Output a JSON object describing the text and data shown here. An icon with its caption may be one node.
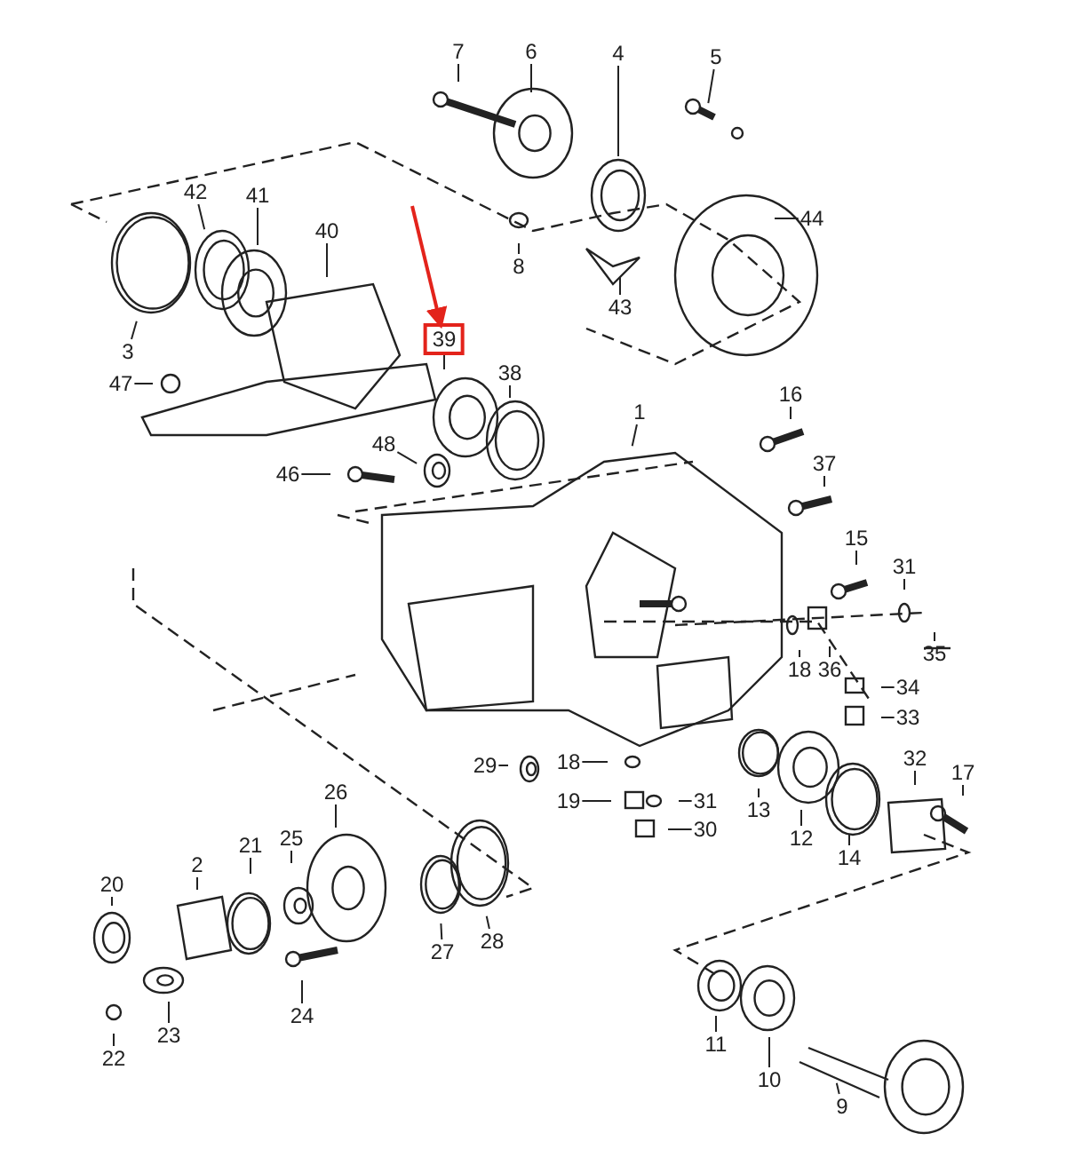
{
  "diagram": {
    "nodes": [
      {
        "text": [
          "7"
        ]
      },
      {
        "text": [
          "6"
        ]
      },
      {
        "text": [
          "4"
        ]
      },
      {
        "text": [
          "5"
        ]
      },
      {
        "text": [
          "42"
        ]
      },
      {
        "text": [
          "41"
        ]
      },
      {
        "text": [
          "40"
        ]
      },
      {
        "text": [
          "44"
        ]
      },
      {
        "text": [
          "8"
        ]
      },
      {
        "text": [
          "43"
        ]
      },
      {
        "text": [
          "3"
        ]
      },
      {
        "text": [
          "39"
        ]
      },
      {
        "text": [
          "47"
        ]
      },
      {
        "text": [
          "38"
        ]
      },
      {
        "text": [
          "1"
        ]
      },
      {
        "text": [
          "16"
        ]
      },
      {
        "text": [
          "48"
        ]
      },
      {
        "text": [
          "46"
        ]
      },
      {
        "text": [
          "37"
        ]
      },
      {
        "text": [
          "15"
        ]
      },
      {
        "text": [
          "31"
        ]
      },
      {
        "text": [
          "35"
        ]
      },
      {
        "text": [
          "18"
        ]
      },
      {
        "text": [
          "36"
        ]
      },
      {
        "text": [
          "34"
        ]
      },
      {
        "text": [
          "33"
        ]
      },
      {
        "text": [
          "32"
        ]
      },
      {
        "text": [
          "17"
        ]
      },
      {
        "text": [
          "29"
        ]
      },
      {
        "text": [
          "18"
        ]
      },
      {
        "text": [
          "26"
        ]
      },
      {
        "text": [
          "19"
        ]
      },
      {
        "text": [
          "31"
        ]
      },
      {
        "text": [
          "13"
        ]
      },
      {
        "text": [
          "25"
        ]
      },
      {
        "text": [
          "21"
        ]
      },
      {
        "text": [
          "30"
        ]
      },
      {
        "text": [
          "12"
        ]
      },
      {
        "text": [
          "2"
        ]
      },
      {
        "text": [
          "14"
        ]
      },
      {
        "text": [
          "20"
        ]
      },
      {
        "text": [
          "28"
        ]
      },
      {
        "text": [
          "27"
        ]
      },
      {
        "text": [
          "24"
        ]
      },
      {
        "text": [
          "23"
        ]
      },
      {
        "text": [
          "22"
        ]
      },
      {
        "text": [
          "11"
        ]
      },
      {
        "text": [
          "10"
        ]
      },
      {
        "text": [
          "9"
        ]
      }
    ],
    "edges": [
      {
        "from": 0,
        "to": null,
        "arrow": "none"
      },
      {
        "from": 1,
        "to": null,
        "arrow": "none"
      },
      {
        "from": 2,
        "to": null,
        "arrow": "none"
      },
      {
        "from": 3,
        "to": null,
        "arrow": "none"
      },
      {
        "from": 4,
        "to": null,
        "arrow": "none"
      },
      {
        "from": 5,
        "to": null,
        "arrow": "none"
      },
      {
        "from": 6,
        "to": null,
        "arrow": "none"
      },
      {
        "from": 7,
        "to": null,
        "arrow": "none"
      },
      {
        "from": 8,
        "to": null,
        "arrow": "none"
      },
      {
        "from": 9,
        "to": null,
        "arrow": "none"
      },
      {
        "from": 10,
        "to": null,
        "arrow": "none"
      },
      {
        "from": 11,
        "to": null,
        "arrow": "none"
      },
      {
        "from": 12,
        "to": null,
        "arrow": "none"
      },
      {
        "from": 13,
        "to": null,
        "arrow": "none"
      },
      {
        "from": 14,
        "to": null,
        "arrow": "none"
      },
      {
        "from": 15,
        "to": null,
        "arrow": "none"
      },
      {
        "from": 16,
        "to": null,
        "arrow": "none"
      },
      {
        "from": 17,
        "to": null,
        "arrow": "none"
      },
      {
        "from": 18,
        "to": null,
        "arrow": "none"
      },
      {
        "from": 19,
        "to": null,
        "arrow": "none"
      },
      {
        "from": 20,
        "to": null,
        "arrow": "none"
      },
      {
        "from": 21,
        "to": null,
        "arrow": "none"
      },
      {
        "from": 22,
        "to": null,
        "arrow": "none"
      },
      {
        "from": 23,
        "to": null,
        "arrow": "none"
      },
      {
        "from": 24,
        "to": null,
        "arrow": "none"
      },
      {
        "from": 25,
        "to": null,
        "arrow": "none"
      },
      {
        "from": 26,
        "to": null,
        "arrow": "none"
      },
      {
        "from": 27,
        "to": null,
        "arrow": "none"
      },
      {
        "from": 28,
        "to": null,
        "arrow": "none"
      },
      {
        "from": 29,
        "to": null,
        "arrow": "none"
      },
      {
        "from": 30,
        "to": null,
        "arrow": "none"
      },
      {
        "from": 31,
        "to": null,
        "arrow": "none"
      },
      {
        "from": 32,
        "to": null,
        "arrow": "none"
      },
      {
        "from": 33,
        "to": null,
        "arrow": "none"
      },
      {
        "from": 34,
        "to": null,
        "arrow": "none"
      },
      {
        "from": 35,
        "to": null,
        "arrow": "none"
      },
      {
        "from": 36,
        "to": null,
        "arrow": "none"
      },
      {
        "from": 37,
        "to": null,
        "arrow": "none"
      },
      {
        "from": 38,
        "to": null,
        "arrow": "none"
      },
      {
        "from": 39,
        "to": null,
        "arrow": "none"
      },
      {
        "from": 40,
        "to": null,
        "arrow": "none"
      },
      {
        "from": 41,
        "to": null,
        "arrow": "none"
      },
      {
        "from": 42,
        "to": null,
        "arrow": "none"
      },
      {
        "from": 43,
        "to": null,
        "arrow": "none"
      },
      {
        "from": 44,
        "to": null,
        "arrow": "none"
      },
      {
        "from": 45,
        "to": null,
        "arrow": "none"
      },
      {
        "from": 46,
        "to": null,
        "arrow": "none"
      },
      {
        "from": 47,
        "to": null,
        "arrow": "none"
      },
      {
        "from": 48,
        "to": null,
        "arrow": "none"
      },
      {
        "from": null,
        "to": 11,
        "arrow": "to",
        "color": "#e3231b"
      }
    ]
  }
}
